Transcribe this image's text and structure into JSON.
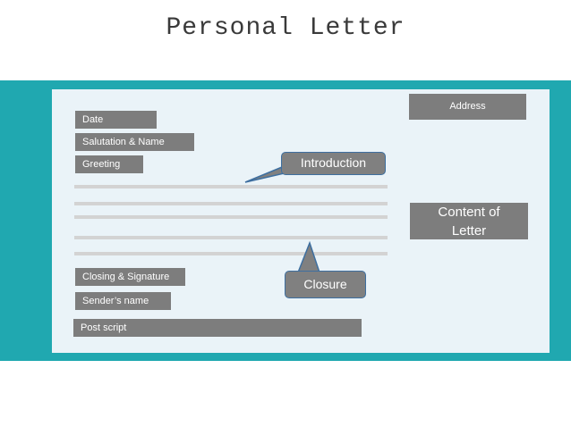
{
  "title": "Personal Letter",
  "letter": {
    "date": "Date",
    "salutation": "Salutation & Name",
    "greeting": "Greeting",
    "closing_signature": "Closing & Signature",
    "senders_name": "Sender’s name",
    "post_script": "Post script",
    "address": "Address",
    "content_of_letter": "Content of Letter"
  },
  "callouts": {
    "introduction": "Introduction",
    "closure": "Closure"
  },
  "colors": {
    "band": "#20a8b0",
    "paper": "#eaf3f8",
    "box": "#7d7d7d",
    "callout_border": "#3e6fa0"
  }
}
